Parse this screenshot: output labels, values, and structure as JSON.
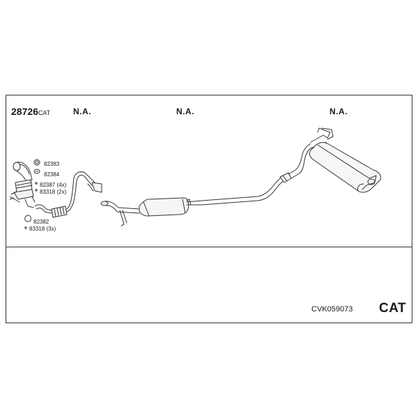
{
  "header": {
    "part_number": "28726",
    "part_suffix": "CAT",
    "na_labels": [
      "N.A.",
      "N.A.",
      "N.A."
    ]
  },
  "callouts": {
    "c1": "82383",
    "c2": "82384",
    "c3": "82387 (4x)",
    "c4": "83318 (2x)",
    "c5": "82382",
    "c6": "83318 (3x)"
  },
  "footer": {
    "kit_code": "CVK059073",
    "category": "CAT"
  }
}
